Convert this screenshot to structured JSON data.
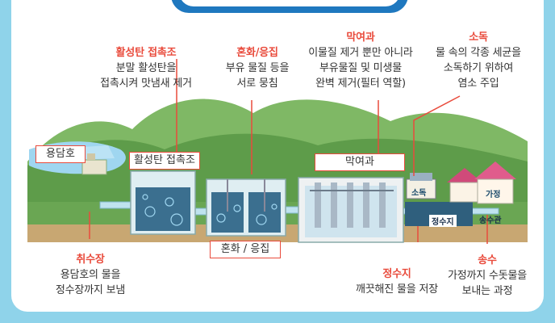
{
  "steps": {
    "activated_carbon": {
      "title": "활성탄 접촉조",
      "desc": [
        "분말 활성탄을",
        "접촉시켜 맛냄새 제거"
      ],
      "box_label": "활성탄 접촉조"
    },
    "coagulation": {
      "title": "혼화/응집",
      "desc": [
        "부유 물질 등을",
        "서로 뭉침"
      ],
      "box_label": "혼화 / 응집"
    },
    "filtration": {
      "title": "막여과",
      "desc": [
        "이물질 제거 뿐만 아니라",
        "부유물질 및 미생물",
        "완벽 제거(필터 역할)"
      ],
      "box_label": "막여과"
    },
    "disinfection": {
      "title": "소독",
      "desc": [
        "물 속의 각종 세균을",
        "소독하기 위하여",
        "염소 주입"
      ],
      "tag": "소독"
    },
    "intake": {
      "title": "취수장",
      "desc": [
        "용담호의 물을",
        "정수장까지 보냄"
      ]
    },
    "clear_well": {
      "title": "정수지",
      "desc": [
        "깨끗해진 물을 저장"
      ],
      "tag": "정수지"
    },
    "distribution": {
      "title": "송수",
      "desc": [
        "가정까지 수돗물을",
        "보내는 과정"
      ],
      "tag": "송수관"
    }
  },
  "reservoir": {
    "box_label": "용담호"
  },
  "house": {
    "tag": "가정"
  },
  "colors": {
    "accent": "#e94b3c",
    "frame": "#8fd3ea",
    "tab": "#1f78bf",
    "water": "#3b6f8f",
    "hill": "#5e9c4a"
  }
}
